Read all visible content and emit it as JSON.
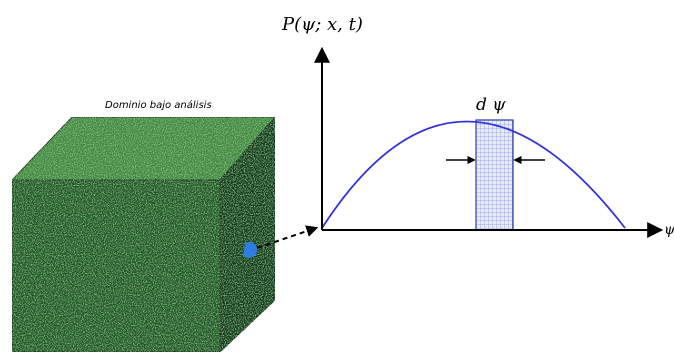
{
  "cube": {
    "label": "Dominio bajo análisis",
    "colors": {
      "front": "#1f5a22",
      "top": "#3f8a3c",
      "side": "#103c15",
      "dot": "#2f7de2"
    }
  },
  "plot": {
    "title": "P(ψ; x, t)",
    "band_label": "d ψ",
    "x_axis_label": "ψ",
    "colors": {
      "curve": "#3333dd",
      "band": "#6f7fd6",
      "axis": "#000000"
    }
  }
}
